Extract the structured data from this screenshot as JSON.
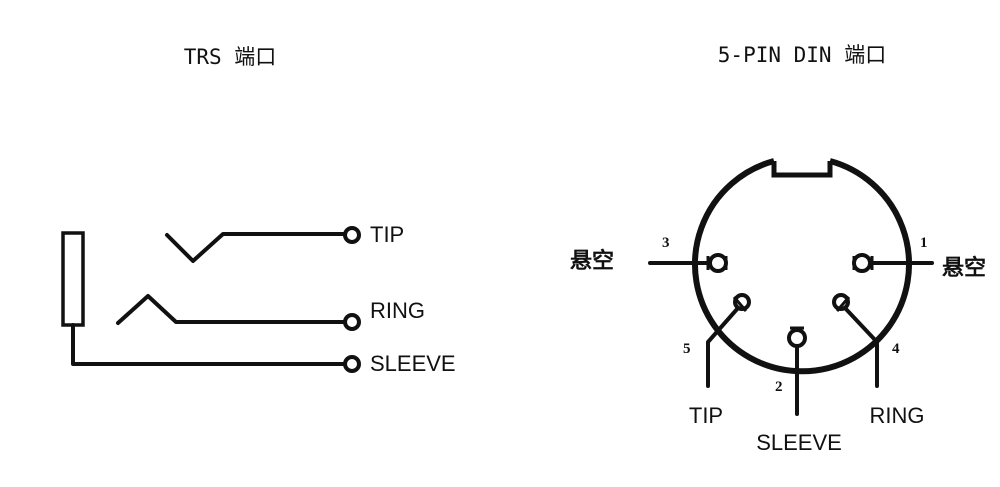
{
  "trs": {
    "title": "TRS 端口",
    "labels": {
      "tip": "TIP",
      "ring": "RING",
      "sleeve": "SLEEVE"
    }
  },
  "din": {
    "title": "5-PIN DIN 端口",
    "pins": {
      "p1": "1",
      "p2": "2",
      "p3": "3",
      "p4": "4",
      "p5": "5"
    },
    "nc_left": "悬空",
    "nc_right": "悬空",
    "labels": {
      "tip": "TIP",
      "sleeve": "SLEEVE",
      "ring": "RING"
    }
  }
}
